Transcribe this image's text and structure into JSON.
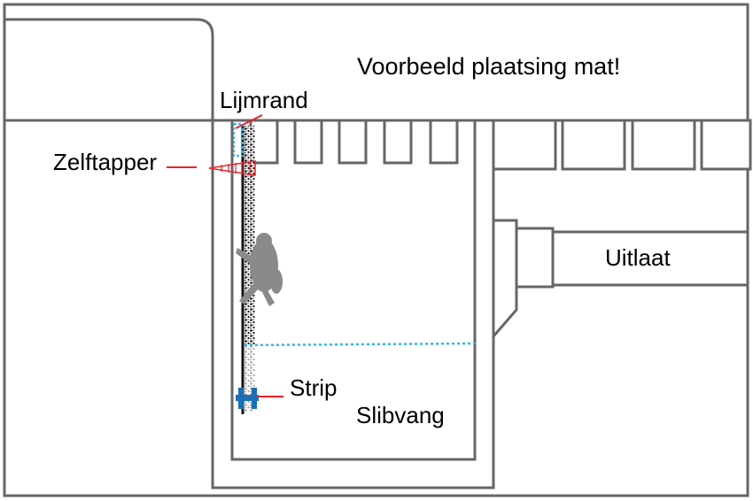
{
  "title": "Voorbeeld plaatsing mat!",
  "labels": {
    "glue_edge": "Lijmrand",
    "self_tapper": "Zelftapper",
    "strip": "Strip",
    "sludge_trap": "Slibvang",
    "outlet": "Uitlaat"
  },
  "colors": {
    "structure": "#666666",
    "pointer": "#e8242c",
    "water_level": "#35b6e6",
    "strip": "#1a6fb5",
    "mat": "#111111",
    "frog": "#8a8a8a",
    "text": "#000000"
  },
  "icons": {
    "animal": "frog-icon"
  }
}
